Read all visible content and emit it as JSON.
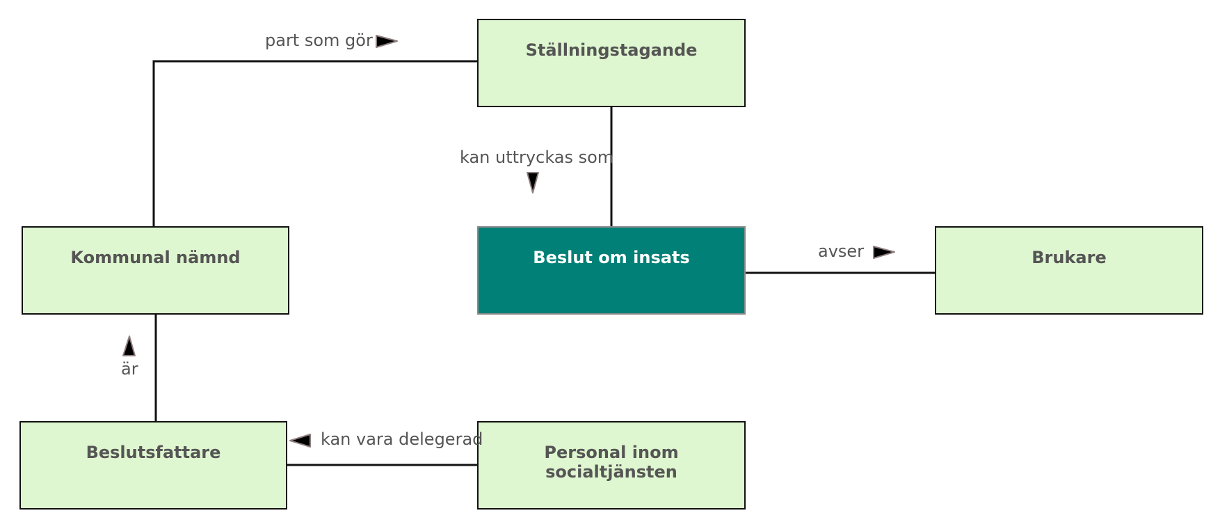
{
  "colors": {
    "entity_fill": "#dff7d0",
    "focus_fill": "#008076",
    "line": "#111111",
    "text": "#555555",
    "arrow_fill": "#000000",
    "arrow_outline": "#8f7f7f"
  },
  "entities": {
    "stallningstagande": "Ställningstagande",
    "kommunal_namnd": "Kommunal nämnd",
    "beslut_om_insats": "Beslut om insats",
    "brukare": "Brukare",
    "beslutsfattare": "Beslutsfattare",
    "personal": "Personal inom socialtjänsten"
  },
  "relations": {
    "part_som_gor": {
      "label": "part som gör",
      "arrow": "right"
    },
    "kan_uttryckas_som": {
      "label": "kan uttryckas som",
      "arrow": "down"
    },
    "avser": {
      "label": "avser",
      "arrow": "right"
    },
    "ar": {
      "label": "är",
      "arrow": "up"
    },
    "kan_vara_delegerad": {
      "label": "kan vara delegerad",
      "arrow": "left"
    }
  }
}
